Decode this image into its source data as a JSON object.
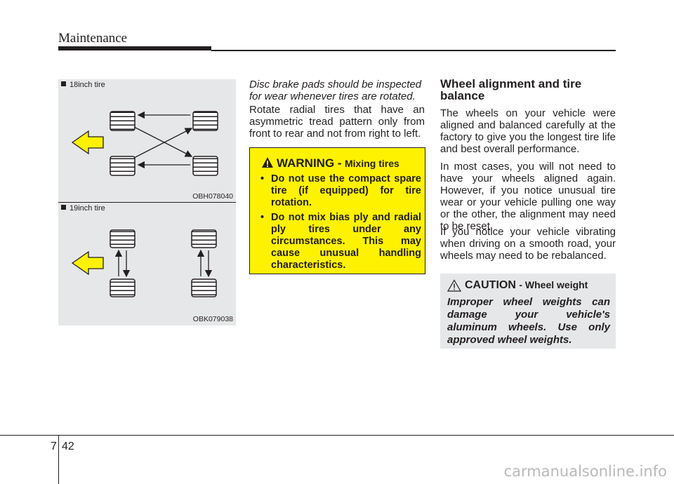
{
  "header": {
    "title": "Maintenance"
  },
  "figures": [
    {
      "label": "18inch tire",
      "code": "OBH078040"
    },
    {
      "label": "19inch tire",
      "code": "OBK079038"
    }
  ],
  "column2": {
    "italic_note": "Disc brake pads should be inspected for wear whenever tires are rotated.",
    "paragraph": "Rotate radial tires that have an asymmetric tread pattern only from front to rear and not from right to left."
  },
  "warning": {
    "title": "WARNING -",
    "subtitle": "Mixing tires",
    "items": [
      "Do not use the compact spare tire (if equipped) for tire rotation.",
      "Do not mix bias ply and radial ply tires under any circumstances. This may cause unusual handling characteristics."
    ]
  },
  "column3": {
    "heading": "Wheel alignment and tire balance",
    "paragraphs": [
      "The wheels on your vehicle were aligned and balanced carefully at the factory to give you the longest tire life and best overall performance.",
      "In most cases, you will not need to have your wheels aligned again. However, if you notice unusual tire wear or your vehicle pulling one way or the other, the alignment may need to be reset.",
      "If you notice your vehicle vibrating when driving on a smooth road, your wheels may need to be rebalanced."
    ]
  },
  "caution": {
    "title": "CAUTION",
    "subtitle": "- Wheel weight",
    "text": "Improper wheel weights can damage your vehicle's aluminum wheels. Use only approved wheel weights."
  },
  "footer": {
    "chapter": "7",
    "page": "42"
  },
  "watermark": "carmanualsonline.info",
  "colors": {
    "warning_bg": "#fff200",
    "figure_bg": "#e6e7e8",
    "arrow_yellow": "#fff200"
  }
}
